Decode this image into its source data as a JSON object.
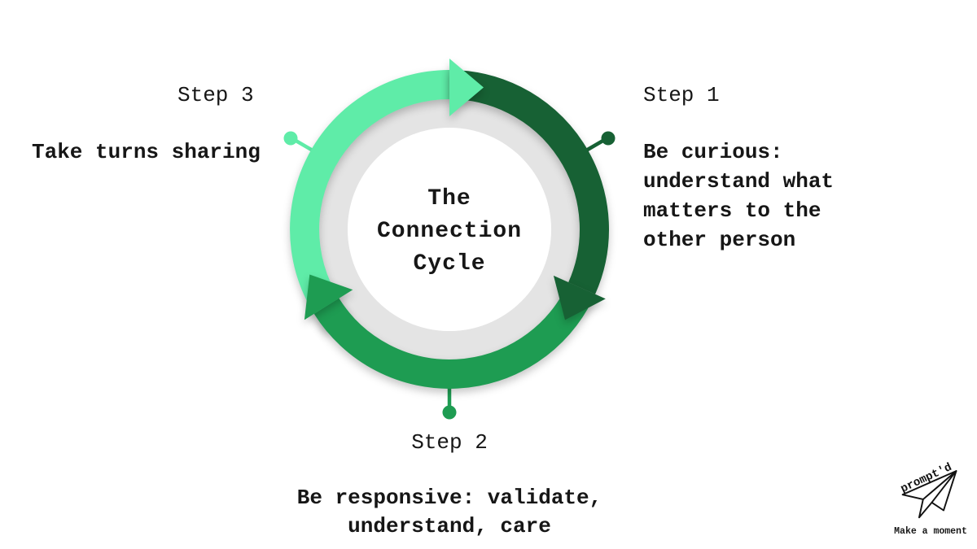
{
  "colors": {
    "mint": "#5FECA8",
    "dark-green": "#176134",
    "green": "#1E9C52",
    "ring-gray": "#E4E4E4",
    "background": "#FFFFFF",
    "text": "#161616"
  },
  "center": {
    "title": "The\nConnection\nCycle"
  },
  "steps": [
    {
      "label": "Step 1",
      "description": "Be curious:\nunderstand what\nmatters to the\nother person",
      "position": "right"
    },
    {
      "label": "Step 2",
      "description": "Be responsive: validate,\nunderstand, care",
      "position": "bottom"
    },
    {
      "label": "Step 3",
      "description": "Take turns sharing",
      "position": "left"
    }
  ],
  "diagram": {
    "type": "cycle",
    "direction": "clockwise",
    "segments": [
      {
        "step": "Step 1",
        "color": "#176134",
        "arc": "top-to-bottom-right"
      },
      {
        "step": "Step 2",
        "color": "#1E9C52",
        "arc": "bottom-right-to-left"
      },
      {
        "step": "Step 3",
        "color": "#5FECA8",
        "arc": "left-to-top"
      }
    ]
  },
  "logo": {
    "brand": "prompt'd",
    "tagline": "Make a moment"
  }
}
